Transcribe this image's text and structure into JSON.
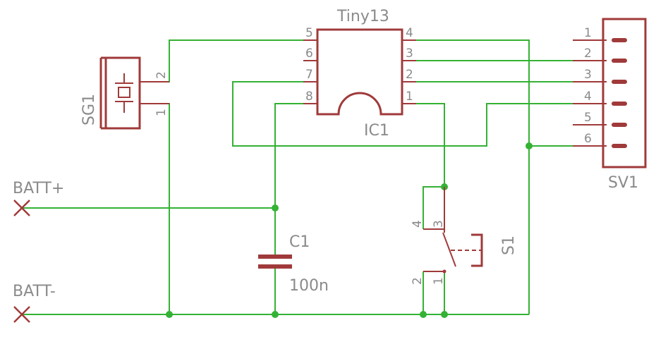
{
  "ic1": {
    "value": "Tiny13",
    "ref": "IC1",
    "left_pins": [
      "5",
      "6",
      "7",
      "8"
    ],
    "right_pins": [
      "4",
      "3",
      "2",
      "1"
    ]
  },
  "sg1": {
    "ref": "SG1",
    "pins": [
      "2",
      "1"
    ]
  },
  "sv1": {
    "ref": "SV1",
    "pins": [
      "1",
      "2",
      "3",
      "4",
      "5",
      "6"
    ]
  },
  "c1": {
    "ref": "C1",
    "value": "100n"
  },
  "s1": {
    "ref": "S1",
    "pins": [
      "4",
      "3",
      "2",
      "1"
    ]
  },
  "batt_plus": {
    "label": "BATT+"
  },
  "batt_minus": {
    "label": "BATT-"
  },
  "colors": {
    "wire": "#34b234",
    "component": "#a03a3a",
    "label": "#8a8a8a"
  }
}
